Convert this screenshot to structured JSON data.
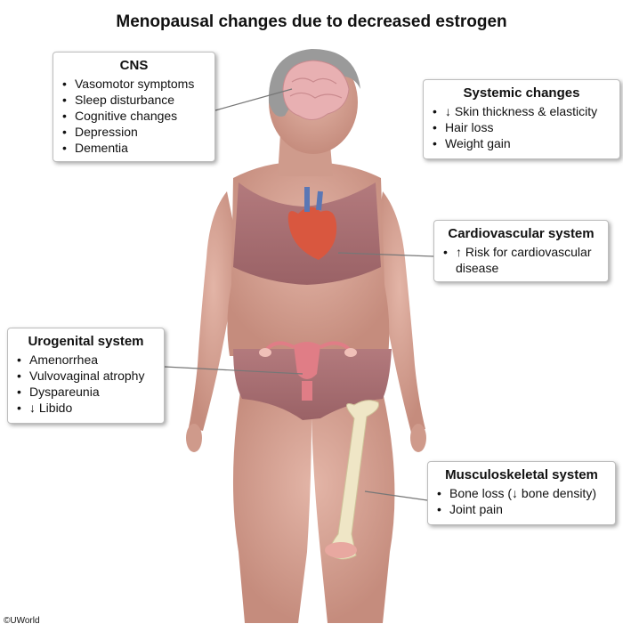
{
  "title": "Menopausal changes due to decreased estrogen",
  "boxes": {
    "cns": {
      "heading": "CNS",
      "items": [
        "Vasomotor symptoms",
        "Sleep disturbance",
        "Cognitive changes",
        "Depression",
        "Dementia"
      ]
    },
    "systemic": {
      "heading": "Systemic changes",
      "items": [
        "↓ Skin thickness & elasticity",
        "Hair loss",
        "Weight gain"
      ]
    },
    "cardio": {
      "heading": "Cardiovascular system",
      "items": [
        "↑ Risk for cardiovascular disease"
      ]
    },
    "urogenital": {
      "heading": "Urogenital system",
      "items": [
        "Amenorrhea",
        "Vulvovaginal atrophy",
        "Dyspareunia",
        "↓ Libido"
      ]
    },
    "musculo": {
      "heading": "Musculoskeletal system",
      "items": [
        "Bone loss (↓ bone density)",
        "Joint pain"
      ]
    }
  },
  "copyright": "©UWorld",
  "colors": {
    "skin": "#d9a89a",
    "skin_shadow": "#c48a7b",
    "garment": "#a86f72",
    "hair": "#9a9a9a",
    "brain": "#e8b0b2",
    "heart": "#d9573f",
    "uterus": "#e07d86",
    "bone": "#efe6c6"
  }
}
